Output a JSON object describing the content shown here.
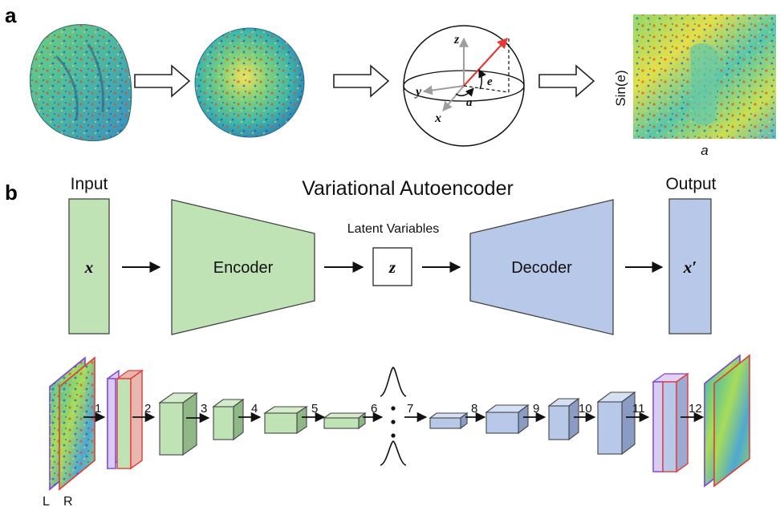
{
  "panel_a": {
    "letter": "a",
    "axis_labels": {
      "z": "z",
      "y": "y",
      "x": "x",
      "e": "e",
      "a": "a"
    },
    "map_ylabel": "Sin(e)",
    "map_xlabel": "a"
  },
  "panel_b": {
    "letter": "b",
    "title": "Variational Autoencoder",
    "input_label": "Input",
    "output_label": "Output",
    "input_symbol": "x",
    "output_symbol": "x′",
    "encoder_label": "Encoder",
    "decoder_label": "Decoder",
    "latent_label": "Latent Variables",
    "latent_symbol": "z",
    "layer_numbers": [
      "1",
      "2",
      "3",
      "4",
      "5",
      "6",
      "7",
      "8",
      "9",
      "10",
      "11",
      "12"
    ],
    "hemisphere_labels": {
      "left": "L",
      "right": "R"
    }
  },
  "colors": {
    "encoder_green": "#bfe3b4",
    "decoder_blue": "#b8c8e8",
    "outline": "#444444",
    "red_vector": "#e53935",
    "left_hemi_outline": "#7b3fe4",
    "right_hemi_outline": "#e53935",
    "axis_gray": "#9e9e9e"
  }
}
